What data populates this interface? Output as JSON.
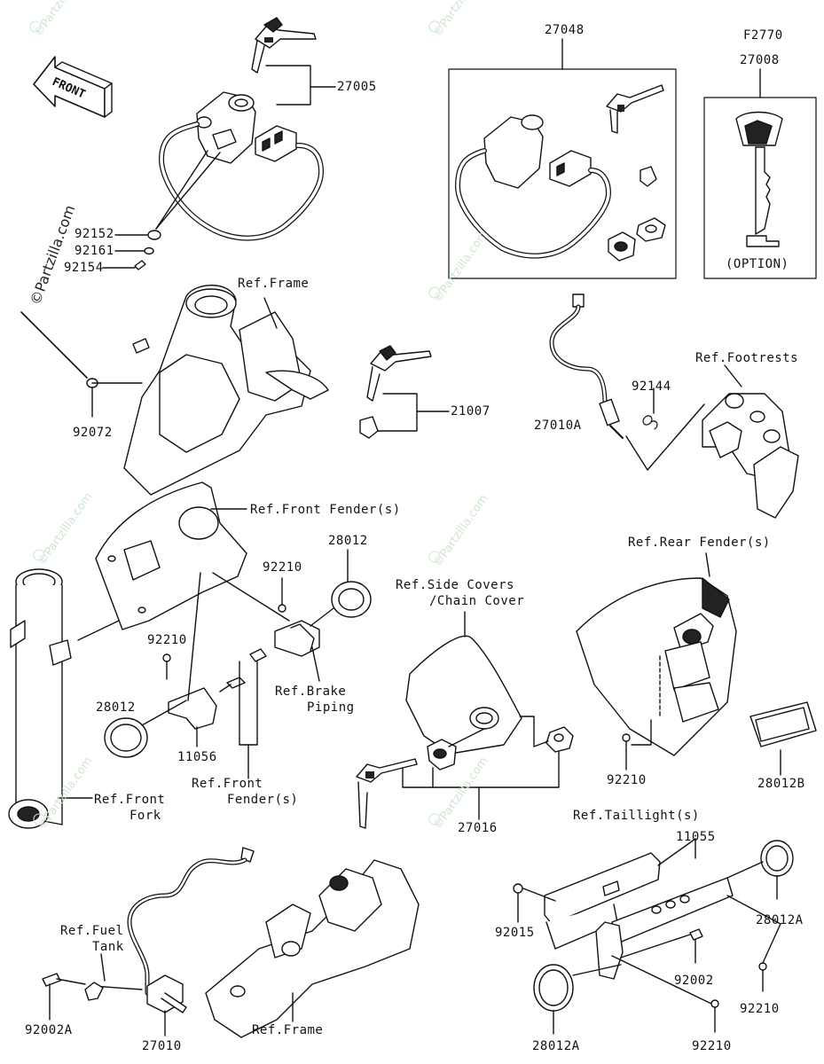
{
  "watermark": {
    "text": "©Partzilla.com",
    "primary": "©Partzilla.com"
  },
  "front_arrow": "FRONT",
  "labels": {
    "p27005": "27005",
    "p92152": "92152",
    "p92161": "92161",
    "p92154": "92154",
    "p27048": "27048",
    "p_f2770": "F2770",
    "p27008": "27008",
    "option": "(OPTION)",
    "ref_frame_1": "Ref.Frame",
    "p92072": "92072",
    "p21007": "21007",
    "ref_footrests": "Ref.Footrests",
    "p92144": "92144",
    "p27010A": "27010A",
    "ref_front_fender_1": "Ref.Front Fender(s)",
    "p28012_a": "28012",
    "p92210_a": "92210",
    "p92210_b": "92210",
    "p28012_b": "28012",
    "p11056": "11056",
    "ref_brake_1": "Ref.Brake",
    "ref_brake_2": "Piping",
    "ref_front_fender_2a": "Ref.Front",
    "ref_front_fender_2b": "Fender(s)",
    "ref_front_fork_1": "Ref.Front",
    "ref_front_fork_2": "Fork",
    "ref_side_covers_1": "Ref.Side Covers",
    "ref_side_covers_2": "/Chain Cover",
    "p27016": "27016",
    "ref_rear_fender": "Ref.Rear Fender(s)",
    "p92210_c": "92210",
    "p28012B": "28012B",
    "ref_taillight": "Ref.Taillight(s)",
    "p11055": "11055",
    "p92015": "92015",
    "p28012A_a": "28012A",
    "p92002": "92002",
    "p92210_d": "92210",
    "p28012A_b": "28012A",
    "p92210_e": "92210",
    "ref_fuel_tank_1": "Ref.Fuel",
    "ref_fuel_tank_2": "Tank",
    "p92002A": "92002A",
    "p27010": "27010",
    "ref_frame_2": "Ref.Frame"
  }
}
